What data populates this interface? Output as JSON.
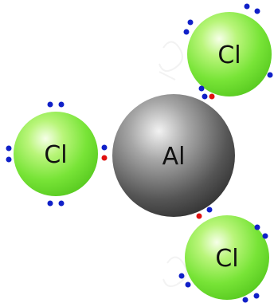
{
  "diagram": {
    "atoms": {
      "central": {
        "symbol": "Al"
      },
      "ligand_left": {
        "symbol": "Cl"
      },
      "ligand_top_right": {
        "symbol": "Cl"
      },
      "ligand_bottom_right": {
        "symbol": "Cl"
      }
    }
  },
  "colors": {
    "chlorine_fill": "#7ee83a",
    "aluminium_fill": "#5a5a5a",
    "lone_pair_electron": "#1020c8",
    "bonding_electron": "#e01010"
  }
}
